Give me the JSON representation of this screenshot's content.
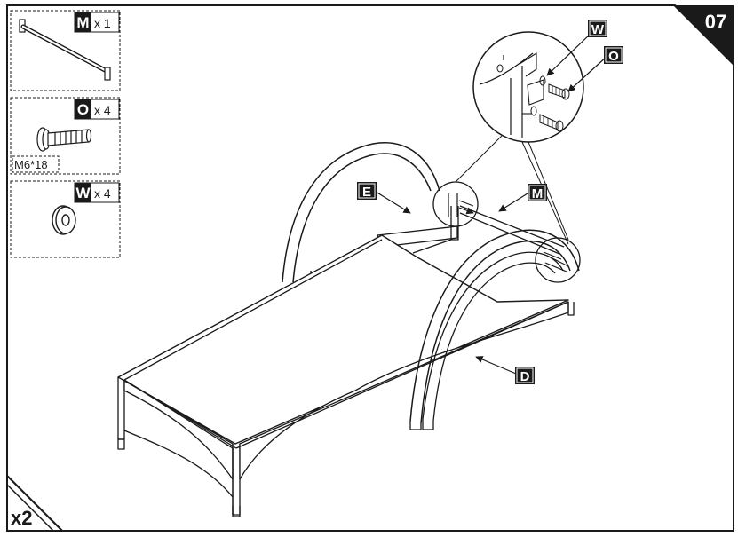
{
  "step": {
    "number": "07",
    "multiplier": "x2"
  },
  "parts_list": [
    {
      "letter": "M",
      "qty": "x 1",
      "spec": ""
    },
    {
      "letter": "O",
      "qty": "x 4",
      "spec": "M6*18"
    },
    {
      "letter": "W",
      "qty": "x 4",
      "spec": ""
    }
  ],
  "callouts": {
    "W": "W",
    "O": "O",
    "E": "E",
    "M": "M",
    "D": "D"
  },
  "colors": {
    "ink": "#1a1a1a",
    "paper": "#ffffff"
  }
}
